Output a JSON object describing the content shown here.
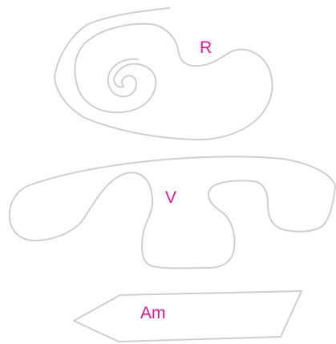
{
  "labels": {
    "r": "R",
    "v": "V",
    "am": "Am"
  },
  "colors": {
    "label": "#e0169a",
    "outline": "#cfcfcf",
    "background": "#ffffff"
  }
}
